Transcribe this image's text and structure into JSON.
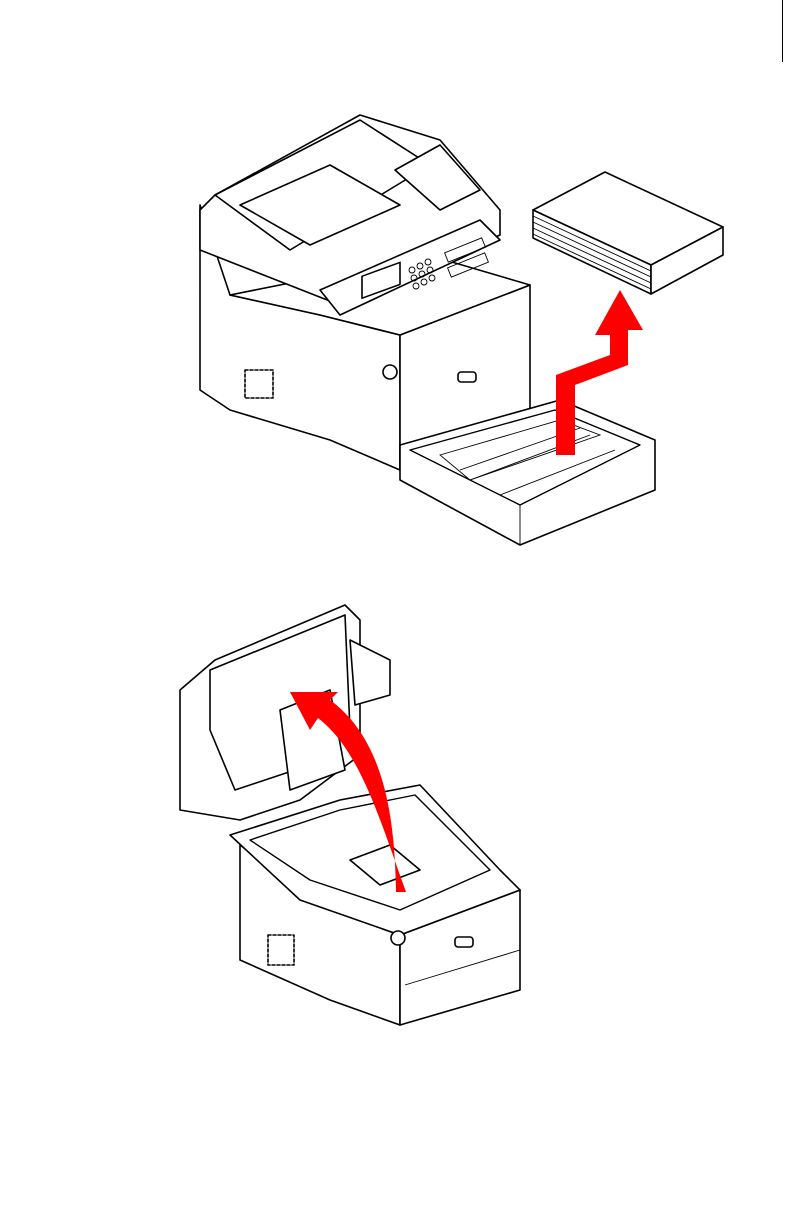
{
  "page": {
    "crop_mark": "crop-mark",
    "figures": [
      {
        "name": "printer-with-drawer-open",
        "icon": "printer-icon"
      },
      {
        "name": "printer-with-scanner-raised",
        "icon": "printer-icon"
      }
    ],
    "arrow_color": "#ff0000"
  }
}
